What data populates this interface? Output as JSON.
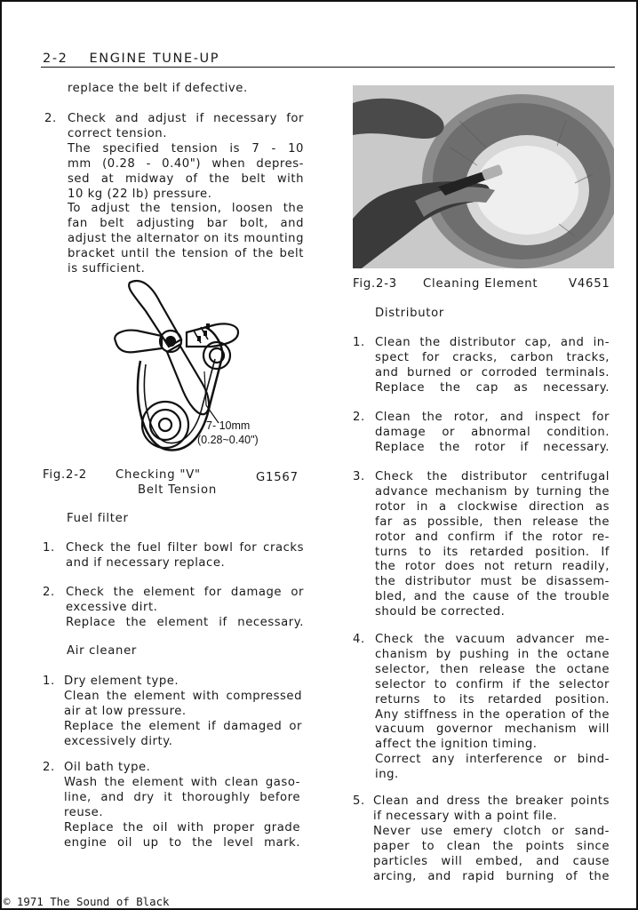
{
  "header": {
    "page_num": "2-2",
    "title": "ENGINE TUNE-UP"
  },
  "left": {
    "intro": [
      "replace the belt if defective."
    ],
    "item2": {
      "num": "2.",
      "lines": [
        "Check and adjust if necessary for",
        "correct tension.",
        "The specified tension is 7 - 10",
        "mm (0.28 - 0.40\") when depres-",
        "sed at midway of the belt with",
        "10 kg (22 lb) pressure.",
        "To adjust the tension, loosen the",
        "fan belt adjusting bar bolt, and",
        "adjust the alternator on its mounting",
        "bracket until the tension of the belt",
        "is sufficient."
      ]
    },
    "fig22": {
      "label": "Fig.2-2",
      "title": "Checking \"V\"",
      "title2": "Belt Tension",
      "code": "G1567",
      "dim1": "7- 10mm",
      "dim2": "(0.28~0.40\")"
    },
    "fuel_filter": {
      "heading": "Fuel filter",
      "items": [
        {
          "num": "1.",
          "lines": [
            "Check the fuel filter bowl for cracks",
            "and if necessary replace."
          ]
        },
        {
          "num": "2.",
          "lines": [
            "Check the element for damage or",
            "excessive dirt.",
            "Replace the element if necessary."
          ]
        }
      ]
    },
    "air_cleaner": {
      "heading": "Air cleaner",
      "items": [
        {
          "num": "1.",
          "lines": [
            "Dry element type.",
            "Clean the element with compressed",
            "air at low pressure.",
            "Replace the element if damaged or",
            "excessively dirty."
          ]
        },
        {
          "num": "2.",
          "lines": [
            "Oil bath type.",
            "Wash the element with clean gaso-",
            "line, and dry it thoroughly before",
            "reuse.",
            "Replace the oil with proper grade",
            "engine oil up to the level mark."
          ]
        }
      ]
    }
  },
  "right": {
    "fig23": {
      "label": "Fig.2-3",
      "title": "Cleaning Element",
      "code": "V4651"
    },
    "distributor": {
      "heading": "Distributor",
      "items": [
        {
          "num": "1.",
          "lines": [
            "Clean the distributor cap, and in-",
            "spect for cracks, carbon tracks,",
            "and burned or corroded terminals.",
            "Replace the cap as necessary."
          ]
        },
        {
          "num": "2.",
          "lines": [
            "Clean the rotor, and inspect for",
            "damage or abnormal condition.",
            "Replace the rotor if necessary."
          ]
        },
        {
          "num": "3.",
          "lines": [
            "Check the distributor centrifugal",
            "advance mechanism by turning the",
            "rotor in a clockwise direction as",
            "far as possible, then release the",
            "rotor and confirm if the rotor re-",
            "turns to its retarded position. If",
            "the rotor does not return readily,",
            "the distributor must be disassem-",
            "bled, and the cause of the trouble",
            "should be corrected."
          ]
        },
        {
          "num": "4.",
          "lines": [
            "Check the vacuum advancer me-",
            "chanism by pushing in the octane",
            "selector, then release the octane",
            "selector to confirm if the selector",
            "returns to its retarded position.",
            "Any stiffness in the operation of the",
            "vacuum governor mechanism will",
            "affect the ignition timing.",
            "Correct any interference or bind-",
            "ing."
          ]
        },
        {
          "num": "5.",
          "lines": [
            "Clean and dress the breaker points",
            "if necessary with a point file.",
            "Never use emery clotch or sand-",
            "paper to clean the points since",
            "particles will embed, and cause",
            "arcing, and rapid burning of the"
          ]
        }
      ]
    }
  },
  "footer": {
    "copyright": "© 1971 The Sound of Black"
  }
}
